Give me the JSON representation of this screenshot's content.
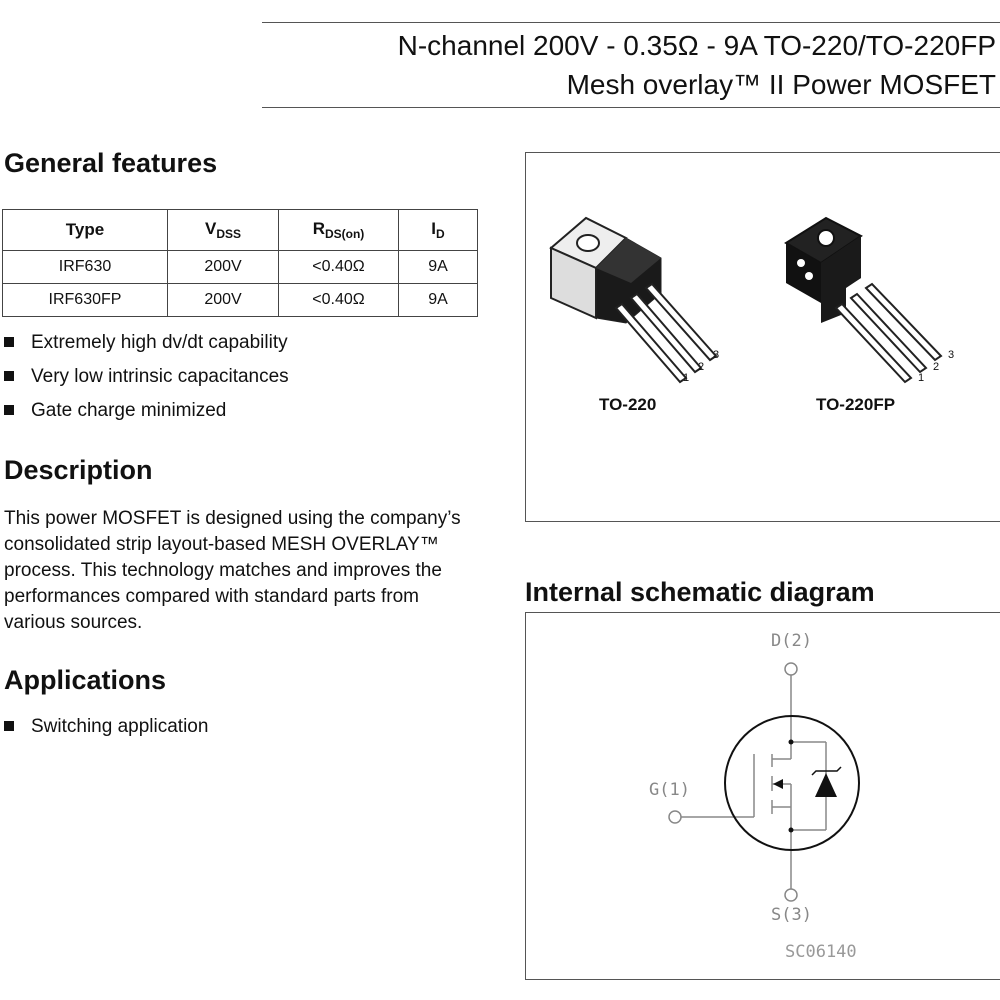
{
  "header": {
    "title_line1": "N-channel 200V - 0.35Ω - 9A TO-220/TO-220FP",
    "title_line2": "Mesh overlay™ II Power MOSFET"
  },
  "general_features": {
    "heading": "General features",
    "table": {
      "headers": [
        {
          "main": "Type",
          "sub": ""
        },
        {
          "main": "V",
          "sub": "DSS"
        },
        {
          "main": "R",
          "sub": "DS(on)"
        },
        {
          "main": "I",
          "sub": "D"
        }
      ],
      "rows": [
        [
          "IRF630",
          "200V",
          "<0.40Ω",
          "9A"
        ],
        [
          "IRF630FP",
          "200V",
          "<0.40Ω",
          "9A"
        ]
      ]
    },
    "bullets": [
      "Extremely high dv/dt capability",
      "Very low intrinsic capacitances",
      "Gate charge minimized"
    ]
  },
  "description": {
    "heading": "Description",
    "text": "This power MOSFET is designed using the company’s consolidated strip layout-based MESH OVERLAY™ process. This technology matches and improves the performances compared with standard parts from various sources."
  },
  "applications": {
    "heading": "Applications",
    "bullets": [
      "Switching application"
    ]
  },
  "packages": {
    "items": [
      {
        "label": "TO-220",
        "pins": [
          "1",
          "2",
          "3"
        ]
      },
      {
        "label": "TO-220FP",
        "pins": [
          "1",
          "2",
          "3"
        ]
      }
    ]
  },
  "schematic": {
    "heading": "Internal schematic diagram",
    "drain": "D(2)",
    "gate": "G(1)",
    "source": "S(3)",
    "code": "SC06140"
  }
}
